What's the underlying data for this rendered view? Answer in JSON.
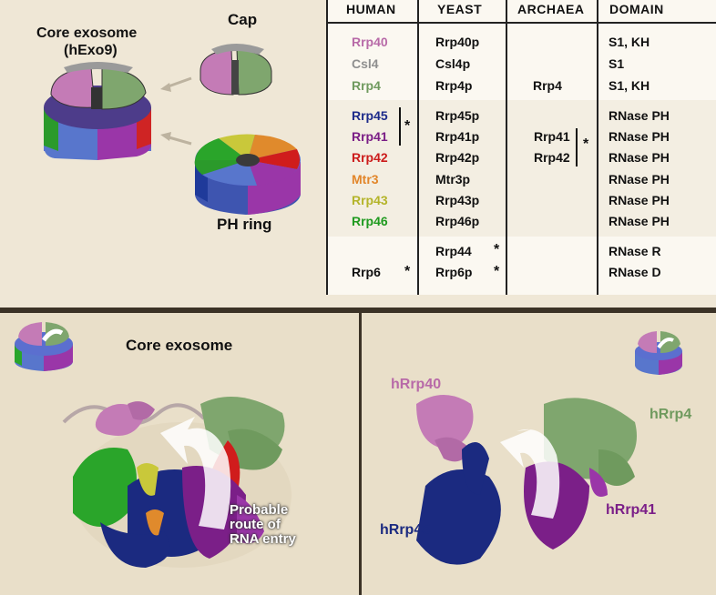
{
  "top_left": {
    "core_title_line1": "Core exosome",
    "core_title_line2": "(hExo9)",
    "cap_label": "Cap",
    "ph_ring_label": "PH ring"
  },
  "table": {
    "headers": [
      "HUMAN",
      "YEAST",
      "ARCHAEA",
      "DOMAIN"
    ],
    "rows": [
      {
        "human": "Rrp40",
        "human_color": "#b86aa8",
        "yeast": "Rrp40p",
        "archaea": "",
        "domain": "S1, KH"
      },
      {
        "human": "Csl4",
        "human_color": "#8f8f8f",
        "yeast": "Csl4p",
        "archaea": "",
        "domain": "S1"
      },
      {
        "human": "Rrp4",
        "human_color": "#6f9a5e",
        "yeast": "Rrp4p",
        "archaea": "Rrp4",
        "domain": "S1, KH"
      },
      {
        "human": "Rrp45",
        "human_color": "#1c2a8a",
        "yeast": "Rrp45p",
        "archaea": "",
        "domain": "RNase PH"
      },
      {
        "human": "Rrp41",
        "human_color": "#7a1d86",
        "yeast": "Rrp41p",
        "archaea": "Rrp41",
        "domain": "RNase PH"
      },
      {
        "human": "Rrp42",
        "human_color": "#cc1b1b",
        "yeast": "Rrp42p",
        "archaea": "Rrp42",
        "domain": "RNase PH"
      },
      {
        "human": "Mtr3",
        "human_color": "#e2862a",
        "yeast": "Mtr3p",
        "archaea": "",
        "domain": "RNase PH"
      },
      {
        "human": "Rrp43",
        "human_color": "#b4b42a",
        "yeast": "Rrp43p",
        "archaea": "",
        "domain": "RNase PH"
      },
      {
        "human": "Rrp46",
        "human_color": "#1f9a1f",
        "yeast": "Rrp46p",
        "archaea": "",
        "domain": "RNase PH"
      },
      {
        "human": "",
        "human_color": "#111111",
        "yeast": "Rrp44",
        "archaea": "",
        "domain": "RNase R"
      },
      {
        "human": "Rrp6",
        "human_color": "#111111",
        "yeast": "Rrp6p",
        "archaea": "",
        "domain": "RNase D"
      }
    ],
    "star": "*"
  },
  "bottom_left": {
    "title": "Core exosome",
    "arrow_text_1": "Probable",
    "arrow_text_2": "route of",
    "arrow_text_3": "RNA entry"
  },
  "bottom_right": {
    "label_rrp40": "hRrp40",
    "label_rrp4": "hRrp4",
    "label_rrp45": "hRrp45",
    "label_rrp41": "hRrp41"
  },
  "colors": {
    "rrp40": "#c47bb6",
    "csl4": "#9a9a9a",
    "rrp4": "#7fa66e",
    "rrp45": "#1b2a80",
    "rrp41": "#7b1f88",
    "rrp42": "#d01c1c",
    "mtr3": "#e08a2c",
    "rrp43": "#c9c83a",
    "rrp46": "#2aa52a"
  }
}
